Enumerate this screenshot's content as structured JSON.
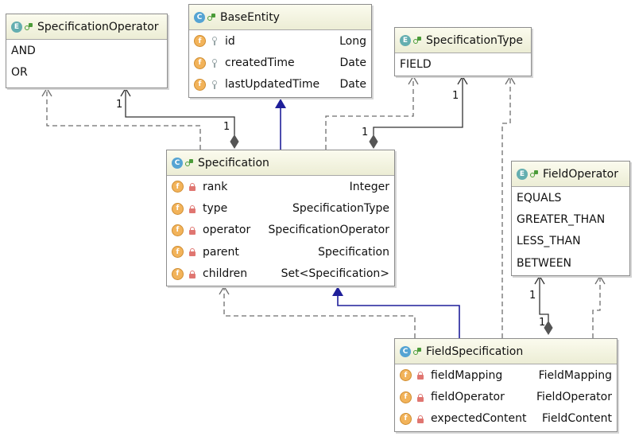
{
  "boxes": {
    "specification_operator": {
      "kind": "E",
      "title": "SpecificationOperator",
      "constants": [
        "AND",
        "OR"
      ]
    },
    "base_entity": {
      "kind": "C",
      "title": "BaseEntity",
      "fields": [
        {
          "name": "id",
          "type": "Long"
        },
        {
          "name": "createdTime",
          "type": "Date"
        },
        {
          "name": "lastUpdatedTime",
          "type": "Date"
        }
      ]
    },
    "specification_type": {
      "kind": "E",
      "title": "SpecificationType",
      "constants": [
        "FIELD"
      ]
    },
    "specification": {
      "kind": "C",
      "title": "Specification",
      "fields": [
        {
          "name": "rank",
          "type": "Integer"
        },
        {
          "name": "type",
          "type": "SpecificationType"
        },
        {
          "name": "operator",
          "type": "SpecificationOperator"
        },
        {
          "name": "parent",
          "type": "Specification"
        },
        {
          "name": "children",
          "type": "Set<Specification>"
        }
      ]
    },
    "field_operator": {
      "kind": "E",
      "title": "FieldOperator",
      "constants": [
        "EQUALS",
        "GREATER_THAN",
        "LESS_THAN",
        "BETWEEN"
      ]
    },
    "field_specification": {
      "kind": "C",
      "title": "FieldSpecification",
      "fields": [
        {
          "name": "fieldMapping",
          "type": "FieldMapping"
        },
        {
          "name": "fieldOperator",
          "type": "FieldOperator"
        },
        {
          "name": "expectedContent",
          "type": "FieldContent"
        }
      ]
    }
  },
  "field_icon_letter": "f",
  "multiplicities": {
    "spec_to_operator_source": "1",
    "spec_to_operator_target": "1",
    "spec_to_type_source": "1",
    "spec_to_type_target": "1",
    "fieldspec_to_fieldop_source": "1",
    "fieldspec_to_fieldop_target": "1"
  },
  "colors": {
    "inheritance": "#1f1f9a",
    "dependency": "#6e6e6e",
    "composition": "#555555",
    "header": "#f3f4e2",
    "field_icon": "#f2b35a",
    "class_icon": "#55a4d3",
    "enum_icon": "#64aeb0"
  }
}
